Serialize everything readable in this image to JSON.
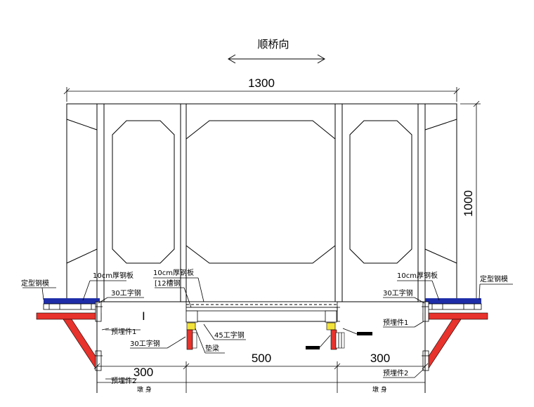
{
  "title": "顺桥向",
  "dimensions": {
    "overall_width": "1300",
    "overall_height": "1000",
    "center_span": "500",
    "left_span": "300",
    "right_span": "300"
  },
  "labels": {
    "steel_plate_10cm_left": "10cm厚钢板",
    "steel_plate_10cm_right": "10cm厚钢板",
    "steel_plate_10cm_center": "10cm厚钢板",
    "channel_12": "[12槽钢",
    "formwork_left": "定型钢模",
    "formwork_right": "定型钢模",
    "ibeam30_left": "30工字钢",
    "ibeam30_right": "30工字钢",
    "ibeam30_bottom": "30工字钢",
    "embed1_left": "预埋件1",
    "embed1_right": "预埋件1",
    "embed2_left": "预埋件2",
    "embed2_right": "预埋件2",
    "ibeam45": "45工字钢",
    "pad_beam": "垫梁",
    "roman_one": "I",
    "pier_left": "墩  身",
    "pier_right": "墩  身"
  },
  "colors": {
    "beam_red": "#e8322c",
    "plate_blue": "#1f2ea8",
    "pad_yellow": "#f2e23a",
    "line_black": "#000000"
  }
}
